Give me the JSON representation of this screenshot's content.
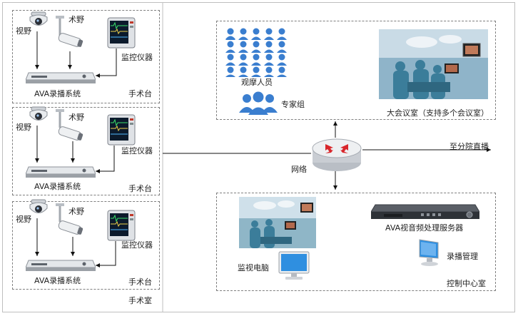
{
  "or_rooms": [
    {
      "view_cam": "视野",
      "op_cam": "术野",
      "monitor": "监控仪器",
      "recorder": "AVA录播系统",
      "table": "手术台"
    },
    {
      "view_cam": "视野",
      "op_cam": "术野",
      "monitor": "监控仪器",
      "recorder": "AVA录播系统",
      "table": "手术台"
    },
    {
      "view_cam": "视野",
      "op_cam": "术野",
      "monitor": "监控仪器",
      "recorder": "AVA录播系统",
      "table": "手术台"
    }
  ],
  "or_group_label": "手术室",
  "network_label": "网络",
  "branch_label": "至分院直播",
  "conference": {
    "audience_label": "观摩人员",
    "experts_label": "专家组",
    "room_label": "大会议室（支持多个会议室）"
  },
  "control": {
    "monitor_pc_label": "监视电脑",
    "server_label": "AVA视音频处理服务器",
    "record_mgmt_label": "录播管理",
    "center_label": "控制中心室"
  },
  "colors": {
    "people_blue": "#3a7ecf",
    "router_red": "#d8262b",
    "monitor_screen": "#2f8fe0"
  }
}
